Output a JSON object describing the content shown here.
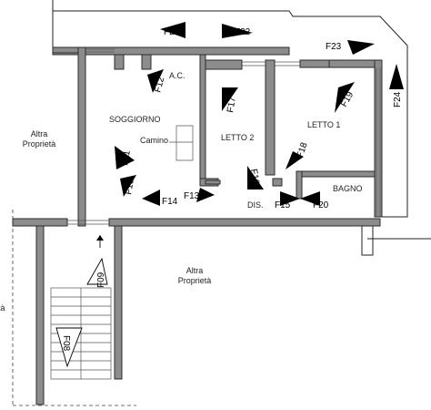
{
  "rooms": {
    "soggiorno": "SOGGIORNO",
    "letto2": "LETTO 2",
    "letto1": "LETTO 1",
    "bagno": "BAGNO",
    "dis": "DIS.",
    "camino": "Camino",
    "ac": "A.C."
  },
  "neighbors": {
    "left_line1": "Altra",
    "left_line2": "Proprietà",
    "center_line1": "Altra",
    "center_line2": "Proprietà",
    "edge_fragment": "tà"
  },
  "photo_points": [
    "F08",
    "F09",
    "F10",
    "F11",
    "F12",
    "F13",
    "F14",
    "F15",
    "F16",
    "F17",
    "F18",
    "F19",
    "F20",
    "F21",
    "F22",
    "F23",
    "F24"
  ]
}
